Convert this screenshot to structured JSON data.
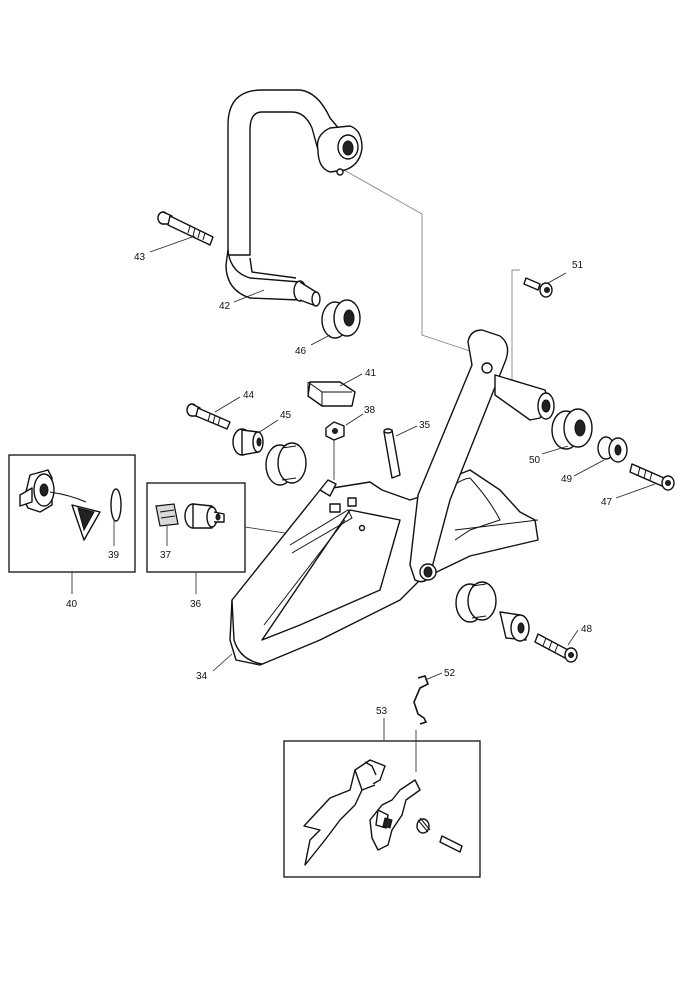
{
  "parts": {
    "p34": "34",
    "p35": "35",
    "p36": "36",
    "p37": "37",
    "p38": "38",
    "p39": "39",
    "p40": "40",
    "p41": "41",
    "p42": "42",
    "p43": "43",
    "p44": "44",
    "p45": "45",
    "p46": "46",
    "p47": "47",
    "p48": "48",
    "p49": "49",
    "p50": "50",
    "p51": "51",
    "p52": "52",
    "p53": "53"
  }
}
